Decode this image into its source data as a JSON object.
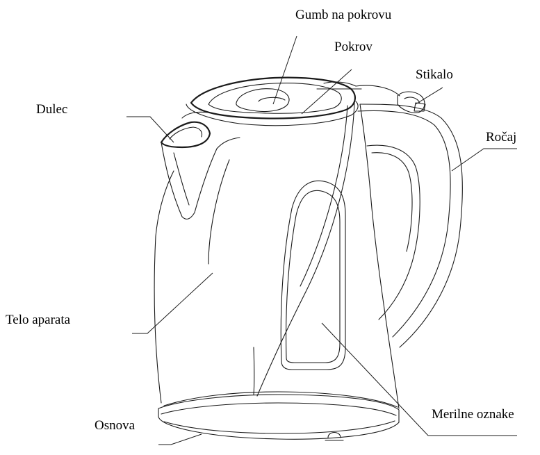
{
  "labels": {
    "lid_button": "Gumb na pokrovu",
    "lid": "Pokrov",
    "switch": "Stikalo",
    "spout": "Dulec",
    "handle": "Ročaj",
    "body": "Telo aparata",
    "measuring_marks": "Merilne oznake",
    "base": "Osnova"
  }
}
